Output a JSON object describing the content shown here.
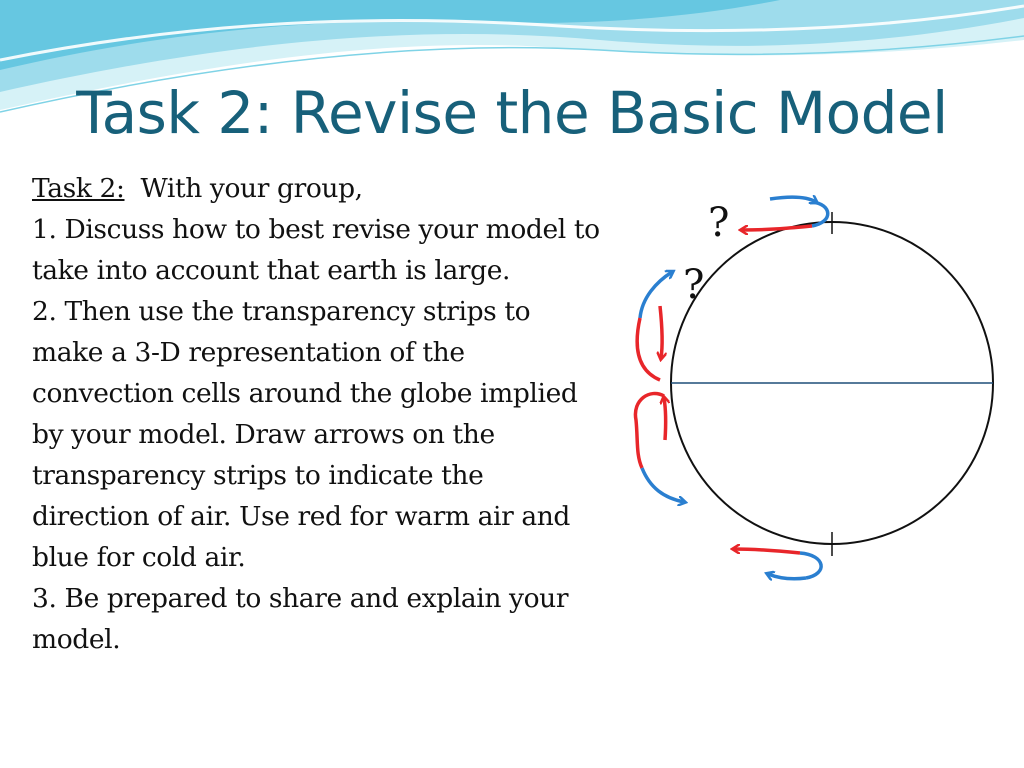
{
  "slide": {
    "title": "Task 2: Revise the Basic Model"
  },
  "instructions": {
    "task_label": "Task 2:",
    "intro": "  With your group,",
    "step1": "1.  Discuss how to best revise your model to take into account that earth is large.",
    "step2": "2. Then use the transparency strips to make a 3-D representation of the convection cells around the globe implied by your model. Draw arrows on the transparency strips to indicate the direction of air. Use red for warm air and blue for cold air.",
    "step3": "3.  Be prepared to share and explain your model."
  },
  "diagram": {
    "question_mark": "?",
    "colors": {
      "warm_air": "#e8262a",
      "cold_air": "#2a7fd0",
      "title": "#17607a",
      "wave_light": "#bfe9f2",
      "wave_mid": "#7fd3e6"
    }
  }
}
